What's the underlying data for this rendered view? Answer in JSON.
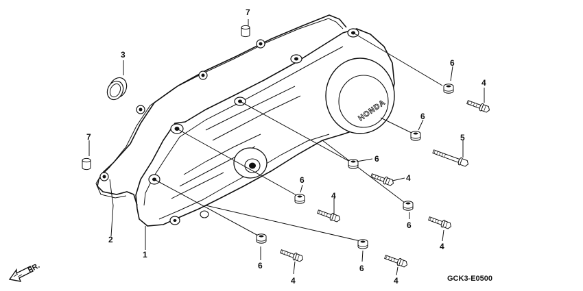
{
  "diagram": {
    "drawing_code": "GCK3-E0500",
    "direction_label": "FR.",
    "logo_text": "HONDA",
    "callouts": {
      "c1": "1",
      "c2": "2",
      "c3": "3",
      "c4a": "4",
      "c4b": "4",
      "c4c": "4",
      "c4d": "4",
      "c4e": "4",
      "c4f": "4",
      "c5": "5",
      "c6a": "6",
      "c6b": "6",
      "c6c": "6",
      "c6d": "6",
      "c6e": "6",
      "c6f": "6",
      "c6g": "6",
      "c7a": "7",
      "c7b": "7"
    }
  }
}
